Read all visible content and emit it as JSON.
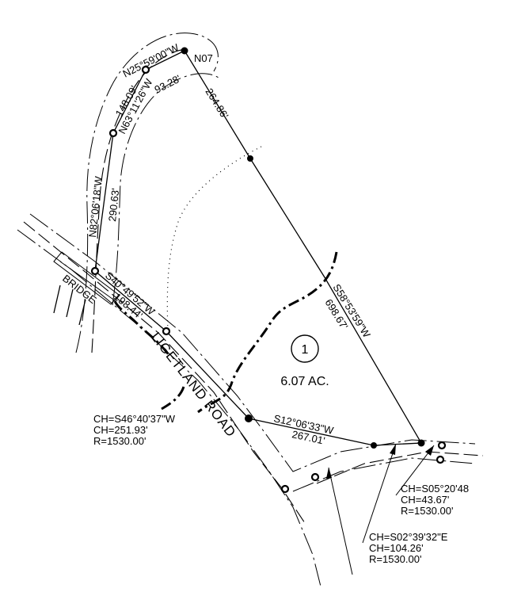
{
  "lot": {
    "number": "1",
    "area": "6.07 AC."
  },
  "road_name": "LIGETLAND ROAD",
  "bridge_label": "BRIDGE",
  "bearings": {
    "n25": "N25°59'00\"W",
    "n07": "N07",
    "d148": "148.09'",
    "d93": "93.28'",
    "n63": "N63°11'26\"W",
    "d264": "264.86'",
    "n82": "N82°06'18\"W",
    "d290": "290.63'",
    "s40": "S40°49'52\"W",
    "d198": "198.44'",
    "s58": "S58°53'59\"W",
    "d698": "698.67'",
    "s12": "S12°06'33\"W",
    "d267": "267.01'"
  },
  "curves": {
    "c1": {
      "ch_bearing": "CH=S46°40'37\"W",
      "ch_length": "CH=251.93'",
      "radius": "R=1530.00'"
    },
    "c2": {
      "ch_bearing": "CH=S05°20'48",
      "ch_length": "CH=43.67'",
      "radius": "R=1530.00'"
    },
    "c3": {
      "ch_bearing": "CH=S02°39'32\"E",
      "ch_length": "CH=104.26'",
      "radius": "R=1530.00'"
    }
  }
}
